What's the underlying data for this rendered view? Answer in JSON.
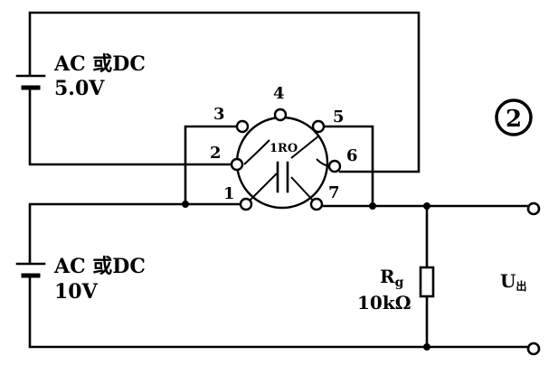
{
  "battery_top": {
    "line1": "AC 或DC",
    "line2": "5.0V"
  },
  "battery_bottom": {
    "line1": "AC 或DC",
    "line2": "10V"
  },
  "pins": {
    "p1": "1",
    "p2": "2",
    "p3": "3",
    "p4": "4",
    "p5": "5",
    "p6": "6",
    "p7": "7"
  },
  "tube_mark": "1RO",
  "resistor": {
    "name": "R",
    "subscript": "g",
    "value": "10kΩ"
  },
  "output": {
    "symbol": "U",
    "subscript": "出"
  },
  "circle_number": "2"
}
